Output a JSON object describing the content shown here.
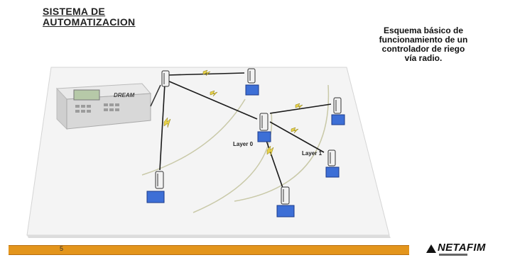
{
  "header": {
    "title_line1": "SISTEMA  DE",
    "title_line2": "AUTOMATIZACION"
  },
  "description": {
    "line1": "Esquema básico de",
    "line2": "funcionamiento de un",
    "line3": "controlador de riego",
    "line4": "vía radio."
  },
  "diagram": {
    "controller_label": "DREAM",
    "layer0_label": "Layer 0",
    "layer1_label": "Layer 1"
  },
  "footer": {
    "page_number": "5",
    "brand": "NETAFIM"
  },
  "colors": {
    "footer_bar": "#e3951c",
    "valve_box": "#3d6fd6",
    "wire": "#1a1a1a",
    "signal": "#e8d24a",
    "range_arc": "#c9c9a8"
  }
}
